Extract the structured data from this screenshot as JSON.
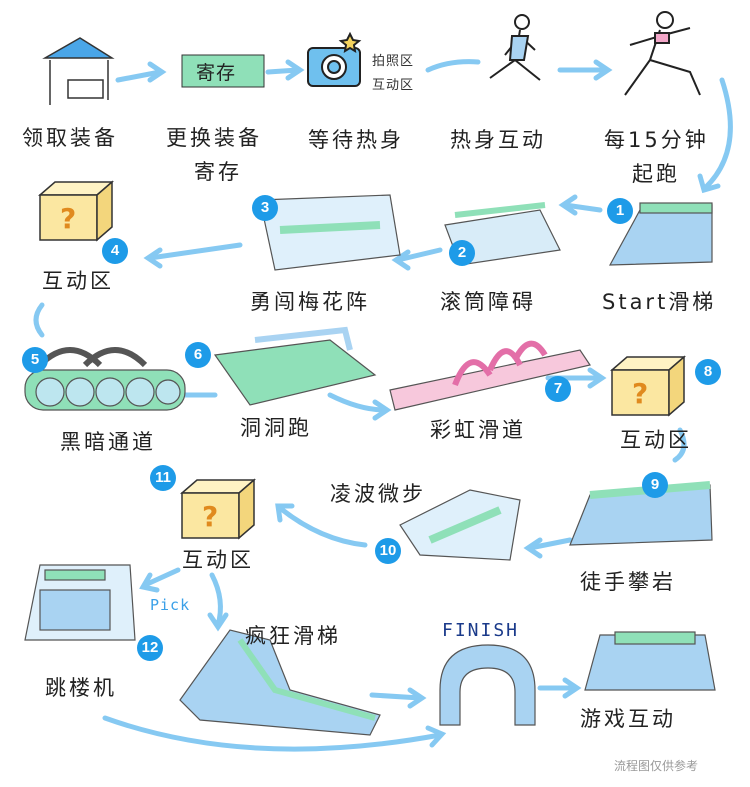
{
  "colors": {
    "arrow": "#86c9f2",
    "badge": "#1e9be8",
    "slide_blue": "#a9d3f2",
    "slide_green": "#8fe0b8",
    "rainbow_pink": "#f2a6c8",
    "box_yellow": "#fbe7a1"
  },
  "steps": {
    "collect_gear": "领取装备",
    "change_gear_line1": "更换装备",
    "change_gear_line2": "寄存",
    "storage_sign": "寄存",
    "wait_warmup": "等待热身",
    "photo_zone": "拍照区",
    "interactive_zone_top": "互动区",
    "warmup_interact": "热身互动",
    "start_every_line1": "每15分钟",
    "start_every_line2": "起跑"
  },
  "obstacles": [
    {
      "num": "1",
      "label": "Start滑梯"
    },
    {
      "num": "2",
      "label": "滚筒障碍"
    },
    {
      "num": "3",
      "label": "勇闯梅花阵"
    },
    {
      "num": "4",
      "label": "互动区"
    },
    {
      "num": "5",
      "label": "黑暗通道"
    },
    {
      "num": "6",
      "label": "洞洞跑"
    },
    {
      "num": "7",
      "label": "彩虹滑道"
    },
    {
      "num": "8",
      "label": "互动区"
    },
    {
      "num": "9",
      "label": "徒手攀岩"
    },
    {
      "num": "10",
      "label": "凌波微步"
    },
    {
      "num": "11",
      "label": "互动区"
    },
    {
      "num": "12",
      "label": "疯狂滑梯"
    }
  ],
  "pick": "Pick",
  "drop_tower": "跳楼机",
  "finish": "FINISH",
  "games": "游戏互动",
  "footer": "流程图仅供参考"
}
